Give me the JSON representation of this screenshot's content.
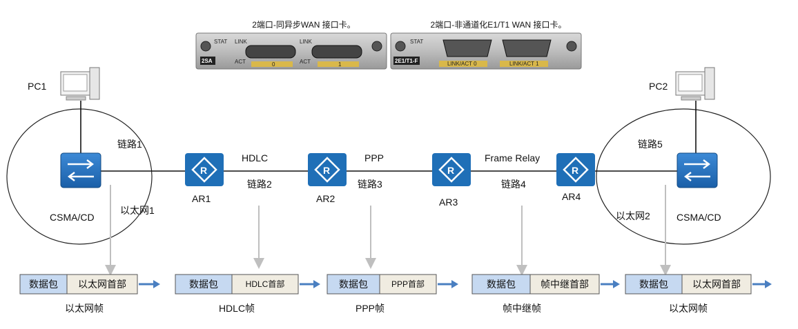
{
  "cards": [
    {
      "title": "2端口-同异步WAN 接口卡。",
      "badge": "2SA",
      "stat": "STAT",
      "link": "LINK",
      "act": "ACT",
      "port0": "0",
      "port1": "1"
    },
    {
      "title": "2端口-非通道化E1/T1 WAN 接口卡。",
      "badge": "2E1/T1-F",
      "stat": "STAT",
      "port0_label": "LINK/ACT  0",
      "port1_label": "LINK/ACT  1"
    }
  ],
  "pcs": {
    "pc1": "PC1",
    "pc2": "PC2"
  },
  "routers": {
    "ar1": "AR1",
    "ar2": "AR2",
    "ar3": "AR3",
    "ar4": "AR4"
  },
  "links": {
    "link1": "链路1",
    "link2": "链路2",
    "link3": "链路3",
    "link4": "链路4",
    "link5": "链路5",
    "hdlc": "HDLC",
    "ppp": "PPP",
    "fr": "Frame Relay"
  },
  "lans": {
    "left": {
      "protocol": "CSMA/CD",
      "name": "以太网1"
    },
    "right": {
      "protocol": "CSMA/CD",
      "name": "以太网2"
    }
  },
  "frames": [
    {
      "payload": "数据包",
      "header": "以太网首部",
      "caption": "以太网帧"
    },
    {
      "payload": "数据包",
      "header": "HDLC首部",
      "caption": "HDLC帧"
    },
    {
      "payload": "数据包",
      "header": "PPP首部",
      "caption": "PPP帧"
    },
    {
      "payload": "数据包",
      "header": "帧中继首部",
      "caption": "帧中继帧"
    },
    {
      "payload": "数据包",
      "header": "以太网首部",
      "caption": "以太网帧"
    }
  ],
  "colors": {
    "router": "#1f6fb7",
    "payload": "#c6d9f1",
    "header": "#f0ece1",
    "arrow": "#4a7fc1",
    "pointer": "#bfbfbf"
  }
}
